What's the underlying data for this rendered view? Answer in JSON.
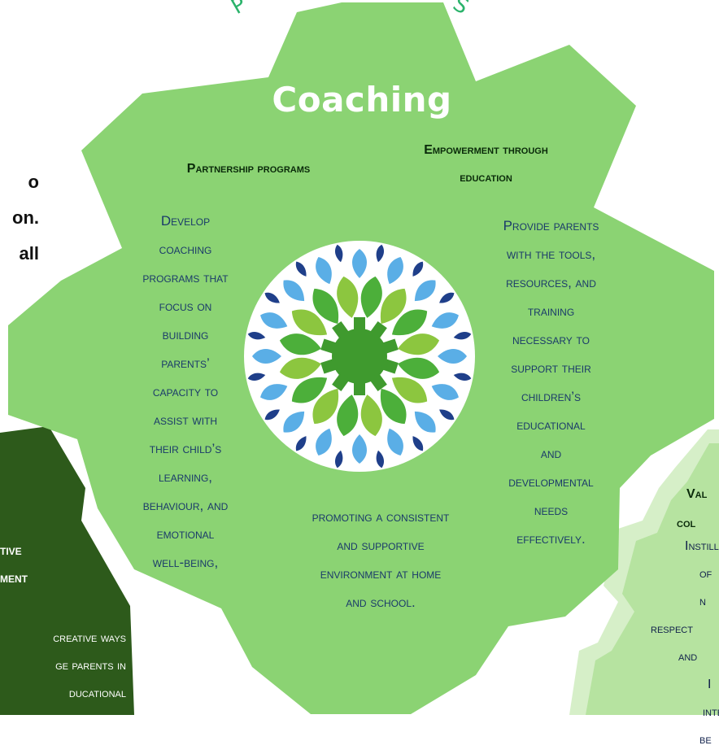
{
  "top_arc_text": {
    "left": "P",
    "right": "S"
  },
  "gear_title": "Coaching",
  "left_partial_lines": [
    "o",
    "on.",
    "all"
  ],
  "partnership": {
    "heading": "Partnership programs",
    "body_lines": [
      "Develop",
      "coaching",
      "programs that",
      "focus on",
      "building",
      "parents’",
      "capacity to",
      "assist with",
      "their child’s",
      "learning,",
      "behaviour, and",
      "emotional",
      "well-being,"
    ]
  },
  "empowerment": {
    "heading_lines": [
      "Empowerment through",
      "education"
    ],
    "body_lines": [
      "Provide parents",
      "with the tools,",
      "resources, and",
      "training",
      "necessary to",
      "support their",
      "children’s",
      "educational",
      "and",
      "developmental",
      "needs",
      "effectively."
    ]
  },
  "bottom_text_lines": [
    "promoting a consistent",
    "and supportive",
    "environment at home",
    "and school."
  ],
  "left_dark_gear": {
    "heading_lines": [
      "tive",
      "ment"
    ],
    "body_lines": [
      "creative ways",
      "ge parents in",
      "ducational"
    ]
  },
  "right_gear": {
    "heading_lines": [
      "Val",
      "col"
    ],
    "body_lines": [
      "Instill",
      "of n",
      "respect",
      "and",
      "I",
      "inte",
      "be"
    ]
  }
}
